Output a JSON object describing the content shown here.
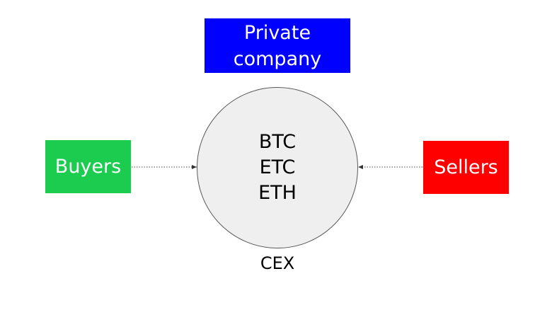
{
  "diagram": {
    "company": {
      "line1": "Private",
      "line2": "company",
      "color": "#0000ff"
    },
    "buyers": {
      "label": "Buyers",
      "color": "#1ccc4f"
    },
    "sellers": {
      "label": "Sellers",
      "color": "#ff0000"
    },
    "exchange": {
      "assets": [
        "BTC",
        "ETC",
        "ETH"
      ],
      "label": "CEX",
      "fill": "#efefef"
    }
  }
}
